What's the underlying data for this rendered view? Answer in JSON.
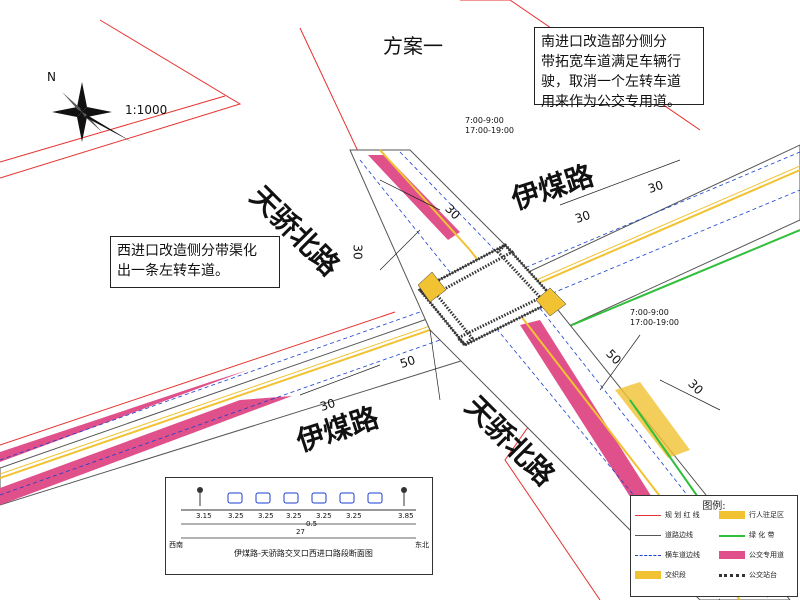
{
  "title": "方案一",
  "scale": "1:1000",
  "north": "N",
  "notes": {
    "south": [
      "南进口改造部分侧分",
      "带拓宽车道满足车辆行",
      "驶，取消一个左转车道",
      "用来作为公交专用道。"
    ],
    "west": [
      "西进口改造侧分带渠化",
      "出一条左转车道。"
    ]
  },
  "roads": {
    "yimei_top": "伊煤路",
    "yimei_bottom": "伊煤路",
    "tianjiao_left": "天骄北路",
    "tianjiao_right": "天骄北路"
  },
  "times": {
    "north": [
      "7:00-9:00",
      "17:00-19:00"
    ],
    "south": [
      "7:00-9:00",
      "17:00-19:00"
    ]
  },
  "dims": {
    "d1": "30",
    "d2": "30",
    "d3": "50",
    "d4": "30",
    "d5": "30",
    "d6": "30",
    "d7": "50",
    "d8": "30"
  },
  "section": {
    "title": "伊煤路-天骄路交叉口西进口路段断面图",
    "left_dir": "西南",
    "right_dir": "东北",
    "widths": [
      "3.15",
      "3.25",
      "3.25",
      "3.25",
      "3.25",
      "3.25",
      "3.85"
    ],
    "total": "27",
    "mid": "0.5"
  },
  "legend": {
    "title": "图例:",
    "items": [
      {
        "label": "规 划 红 线",
        "color": "#e5312f"
      },
      {
        "label": "道路边线",
        "color": "#555555"
      },
      {
        "label": "横车道边线",
        "color": "#1a3fd0"
      },
      {
        "label": "交织段",
        "color": "#f1c232"
      },
      {
        "label": "行人驻足区",
        "color": "#f1c232"
      },
      {
        "label": "绿 化 带",
        "color": "#2fbf3a"
      },
      {
        "label": "公交专用道",
        "color": "#e0508a"
      },
      {
        "label": "公交站台",
        "color": "#333333"
      }
    ]
  },
  "colors": {
    "red_line": "#e5312f",
    "bus_lane": "#e0508a",
    "yellow": "#f1c232",
    "blue": "#1a3fd0",
    "green": "#2fbf3a"
  }
}
